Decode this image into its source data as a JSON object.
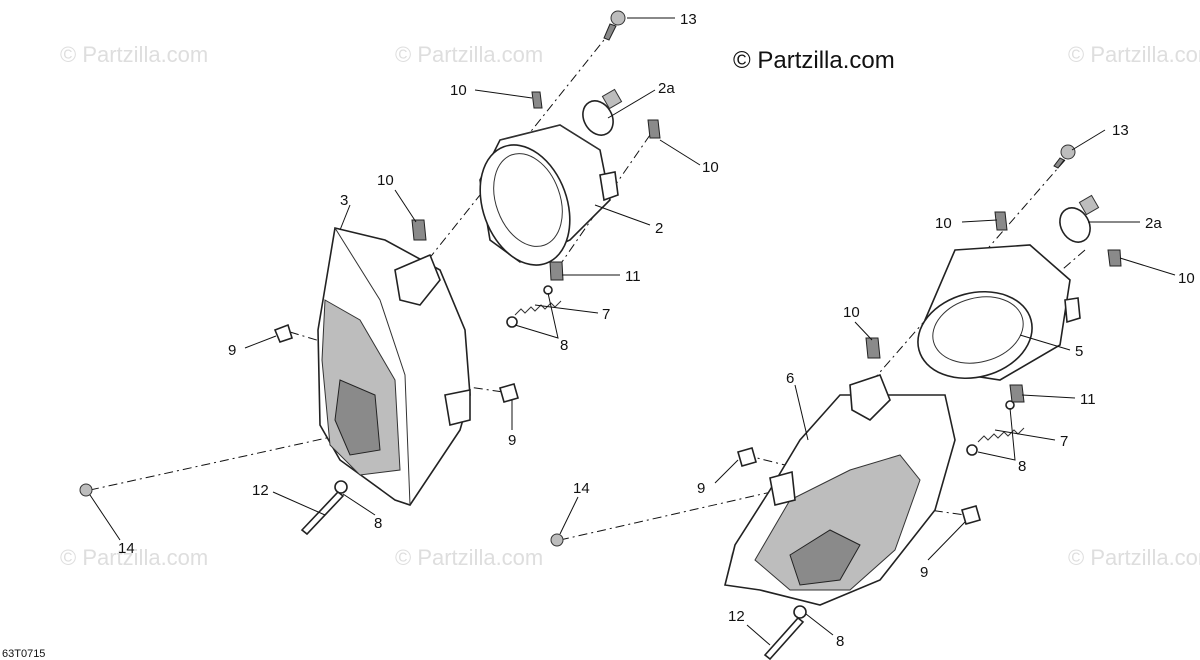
{
  "watermark": "© Partzilla.com",
  "copyright": "© Partzilla.com",
  "diagram_code": "63T0715",
  "callouts": {
    "c13a": "13",
    "c10a": "10",
    "c2a_left": "2a",
    "c10b": "10",
    "c10c": "10",
    "c3": "3",
    "c2": "2",
    "c11a": "11",
    "c7a": "7",
    "c8a": "8",
    "c9a": "9",
    "c9b": "9",
    "c12a": "12",
    "c8b": "8",
    "c14a": "14",
    "c13b": "13",
    "c10d": "10",
    "c2a_right": "2a",
    "c10e": "10",
    "c10f": "10",
    "c5": "5",
    "c6": "6",
    "c11b": "11",
    "c7b": "7",
    "c8c": "8",
    "c9c": "9",
    "c14b": "14",
    "c9d": "9",
    "c12b": "12",
    "c8d": "8"
  }
}
